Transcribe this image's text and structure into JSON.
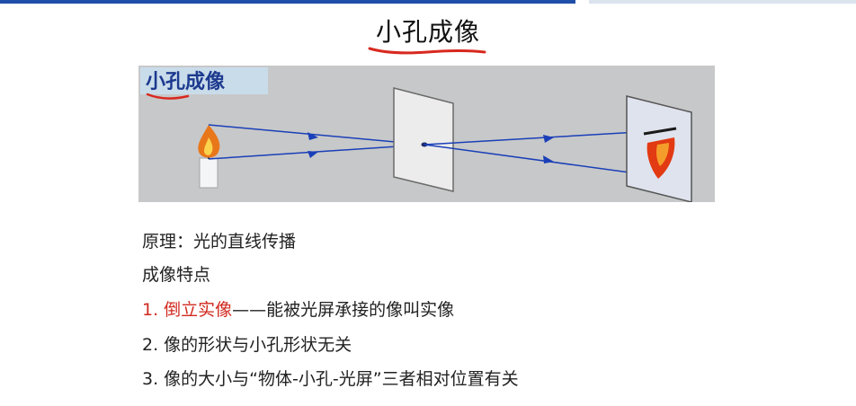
{
  "header": {
    "title": "小孔成像"
  },
  "figure": {
    "badge_text": "小孔成像",
    "colors": {
      "panel": "#c7c8c9",
      "badge_bg": "#c9dcea",
      "badge_text": "#1d3a8f",
      "ray": "#1a3fb8",
      "flame": "#e8771a"
    }
  },
  "notes": {
    "principle": "原理：光的直线传播",
    "features_heading": "成像特点",
    "item1_red": "1. 倒立实像",
    "item1_rest": "——能被光屏承接的像叫实像",
    "item2": "2. 像的形状与小孔形状无关",
    "item3": "3. 像的大小与“物体-小孔-光屏”三者相对位置有关"
  }
}
